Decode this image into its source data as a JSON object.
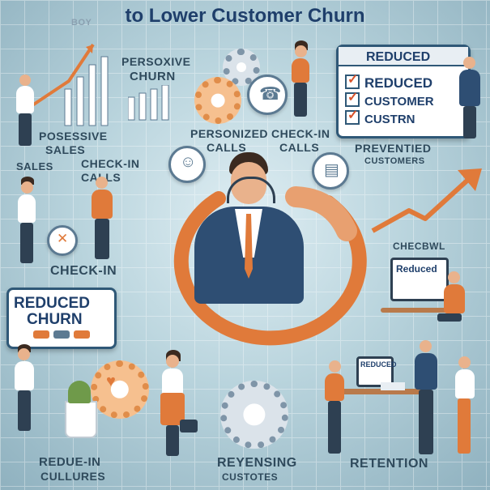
{
  "title": "to Lower Customer Churn",
  "labels": {
    "top_left_small": "BOY",
    "persoxive_churn_1": "PERSOXIVE",
    "persoxive_churn_2": "CHURN",
    "posessive_sales_1": "POSESSIVE",
    "posessive_sales_2": "SALES",
    "sales": "SALES",
    "check_in_calls_left_1": "CHECK-IN",
    "check_in_calls_left_2": "CALLS",
    "personized_calls_1": "PERSONIZED",
    "personized_calls_2": "CALLS",
    "check_in_calls_mid_1": "CHECK-IN",
    "check_in_calls_mid_2": "CALLS",
    "preventied_customers_1": "PREVENTIED",
    "preventied_customers_2": "CUSTOMERS",
    "check_in": "CHECK-IN",
    "checbwl": "CHECBWL",
    "reduce_in_cultures_1": "REDUE-IN",
    "reduce_in_cultures_2": "CULLURES",
    "reyensing_1": "REYENSING",
    "reyensing_2": "CUSTOTES",
    "retention": "RETENTION"
  },
  "panel_top_right": {
    "header": "REDUCED",
    "items": [
      "REDUCED",
      "CUSTOMER",
      "CUSTRN"
    ]
  },
  "panel_left_board": {
    "line1": "REDUCED",
    "line2": "CHURN"
  },
  "monitor_right": {
    "text": "Reduced"
  },
  "monitor_bottom": {
    "text": "REDUCED"
  },
  "colors": {
    "accent_orange": "#e07a3a",
    "navy": "#1f3f6b",
    "background": "#b9d4dd"
  },
  "icons": [
    "gear-icon",
    "headset-icon",
    "phone-icon",
    "check-icon",
    "trend-arrow-icon",
    "heart-icon",
    "document-icon"
  ]
}
